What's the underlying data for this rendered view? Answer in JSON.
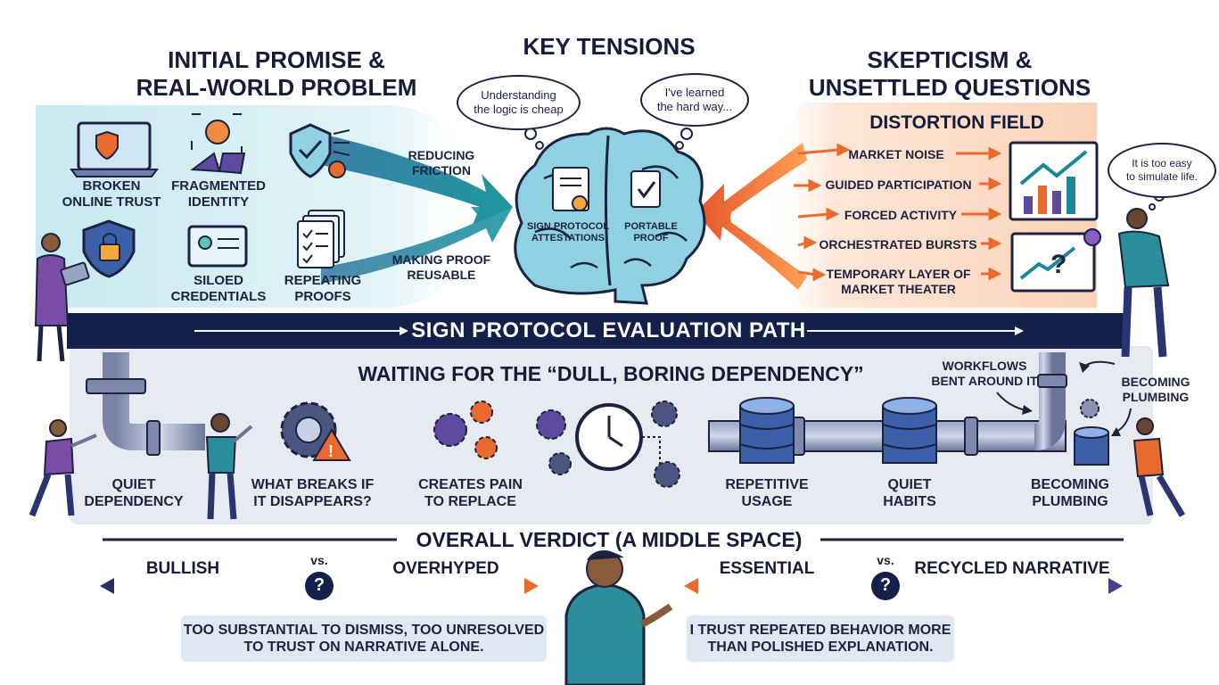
{
  "sections": {
    "left_title": "INITIAL PROMISE &\nREAL-WORLD PROBLEM",
    "center_title": "KEY TENSIONS",
    "right_title": "SKEPTICISM &\nUNSETTLED QUESTIONS"
  },
  "problems": {
    "broken_trust": "BROKEN\nONLINE TRUST",
    "fragmented_identity": "FRAGMENTED\nIDENTITY",
    "siloed_credentials": "SILOED\nCREDENTIALS",
    "repeating_proofs": "REPEATING\nPROOFS"
  },
  "arrows": {
    "reducing_friction": "REDUCING\nFRICTION",
    "making_proof": "MAKING PROOF\nREUSABLE"
  },
  "brain": {
    "thought_left": "Understanding\nthe logic is cheap",
    "thought_right": "I've learned\nthe hard way...",
    "left_label": "SIGN PROTOCOL\nATTESTATIONS",
    "right_label": "PORTABLE\nPROOF"
  },
  "distortion": {
    "title": "DISTORTION FIELD",
    "items": [
      "MARKET NOISE",
      "GUIDED PARTICIPATION",
      "FORCED ACTIVITY",
      "ORCHESTRATED BURSTS",
      "TEMPORARY LAYER OF\nMARKET THEATER"
    ],
    "thought": "It is too easy\nto simulate life."
  },
  "path_band": "SIGN PROTOCOL EVALUATION PATH",
  "waiting": {
    "title": "WAITING FOR THE “DULL, BORING DEPENDENCY”",
    "workflows": "WORKFLOWS\nBENT AROUND IT",
    "becoming_top": "BECOMING\nPLUMBING",
    "stages": [
      "QUIET\nDEPENDENCY",
      "WHAT BREAKS IF\nIT DISAPPEARS?",
      "CREATES PAIN\nTO REPLACE",
      "REPETITIVE\nUSAGE",
      "QUIET\nHABITS",
      "BECOMING\nPLUMBING"
    ]
  },
  "verdict": {
    "title": "OVERALL VERDICT (A MIDDLE SPACE)",
    "left_a": "BULLISH",
    "left_vs": "vs.",
    "left_b": "OVERHYPED",
    "right_a": "ESSENTIAL",
    "right_vs": "vs.",
    "right_b": "RECYCLED NARRATIVE",
    "q": "?",
    "quote_left": "TOO SUBSTANTIAL TO DISMISS, TOO UNRESOLVED\nTO TRUST ON NARRATIVE ALONE.",
    "quote_right": "I TRUST REPEATED BEHAVIOR MORE\nTHAN POLISHED EXPLANATION."
  },
  "colors": {
    "navy": "#13204a",
    "teal": "#1c8597",
    "orange": "#ea6a2e",
    "light_teal": "#d5eef3",
    "light_orange": "#fbd9c4",
    "grey_band": "#e8eaf2"
  }
}
